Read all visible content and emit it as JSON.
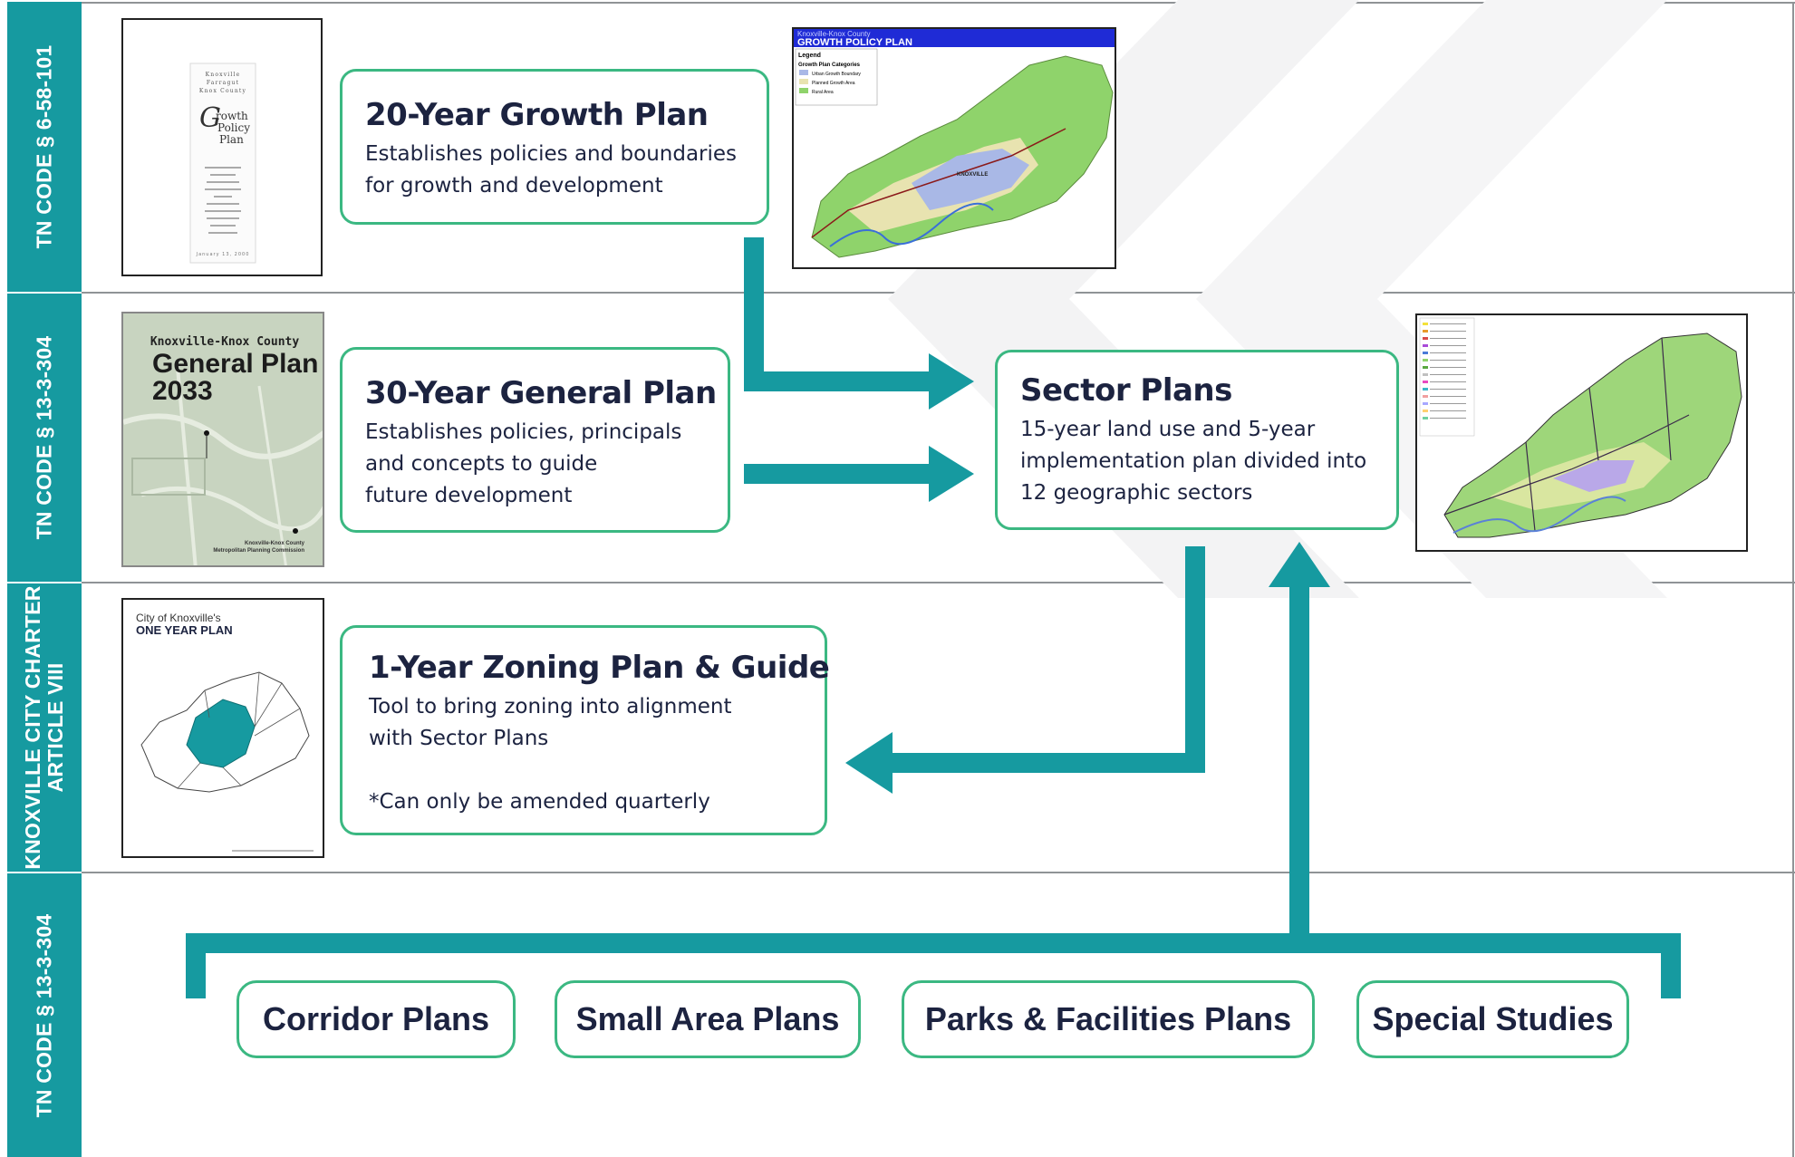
{
  "colors": {
    "teal": "#169aa0",
    "green_border": "#3bb882",
    "navy_text": "#1c2340",
    "map_green": "#8fd36b",
    "map_blue": "#a9b8e6"
  },
  "sidebar": [
    {
      "label": "TN CODE § 6-58-101"
    },
    {
      "label": "TN CODE § 13-3-304"
    },
    {
      "label_line1": "KNOXVILLE CITY CHARTER",
      "label_line2": "ARTICLE VIII"
    },
    {
      "label": "TN CODE § 13-3-304"
    }
  ],
  "growth_plan": {
    "title": "20-Year Growth Plan",
    "desc_line1": "Establishes policies and boundaries",
    "desc_line2": "for growth and development"
  },
  "general_plan": {
    "title": "30-Year General Plan",
    "desc_line1": "Establishes policies, principals",
    "desc_line2": "and concepts to guide",
    "desc_line3": "future development"
  },
  "sector_plans": {
    "title": "Sector Plans",
    "desc_line1": "15-year land use and 5-year",
    "desc_line2": "implementation plan divided into",
    "desc_line3": "12 geographic sectors"
  },
  "zoning_plan": {
    "title": "1-Year Zoning Plan & Guide",
    "desc_line1": "Tool to bring zoning into alignment",
    "desc_line2": "with Sector Plans",
    "note": "*Can only be amended quarterly"
  },
  "bottom_plans": [
    {
      "label": "Corridor Plans"
    },
    {
      "label": "Small Area Plans"
    },
    {
      "label": "Parks & Facilities Plans"
    },
    {
      "label": "Special Studies"
    }
  ],
  "covers": {
    "growth_cover": {
      "header_line1": "Knoxville",
      "header_line2": "Farragut",
      "header_line3": "Knox County",
      "big_letter": "G",
      "title_line1": "rowth",
      "title_line2": "Policy",
      "title_line3": "Plan",
      "date": "January 13, 2000"
    },
    "general_cover": {
      "title_line1": "Knoxville-Knox County",
      "title_line2": "General Plan",
      "title_line3": "2033",
      "footer_line1": "Knoxville-Knox County",
      "footer_line2": "Metropolitan Planning Commission"
    },
    "zoning_cover": {
      "title_line1": "City of Knoxville's",
      "title_line2": "ONE YEAR PLAN"
    },
    "growth_map": {
      "header_line1": "Knoxville-Knox County",
      "header_line2": "GROWTH POLICY PLAN",
      "legend_title": "Legend",
      "legend_sub": "Growth Plan Categories",
      "legend_items": [
        "Urban Growth Boundary",
        "Planned Growth Area",
        "Rural Area"
      ],
      "city_label": "KNOXVILLE"
    }
  }
}
